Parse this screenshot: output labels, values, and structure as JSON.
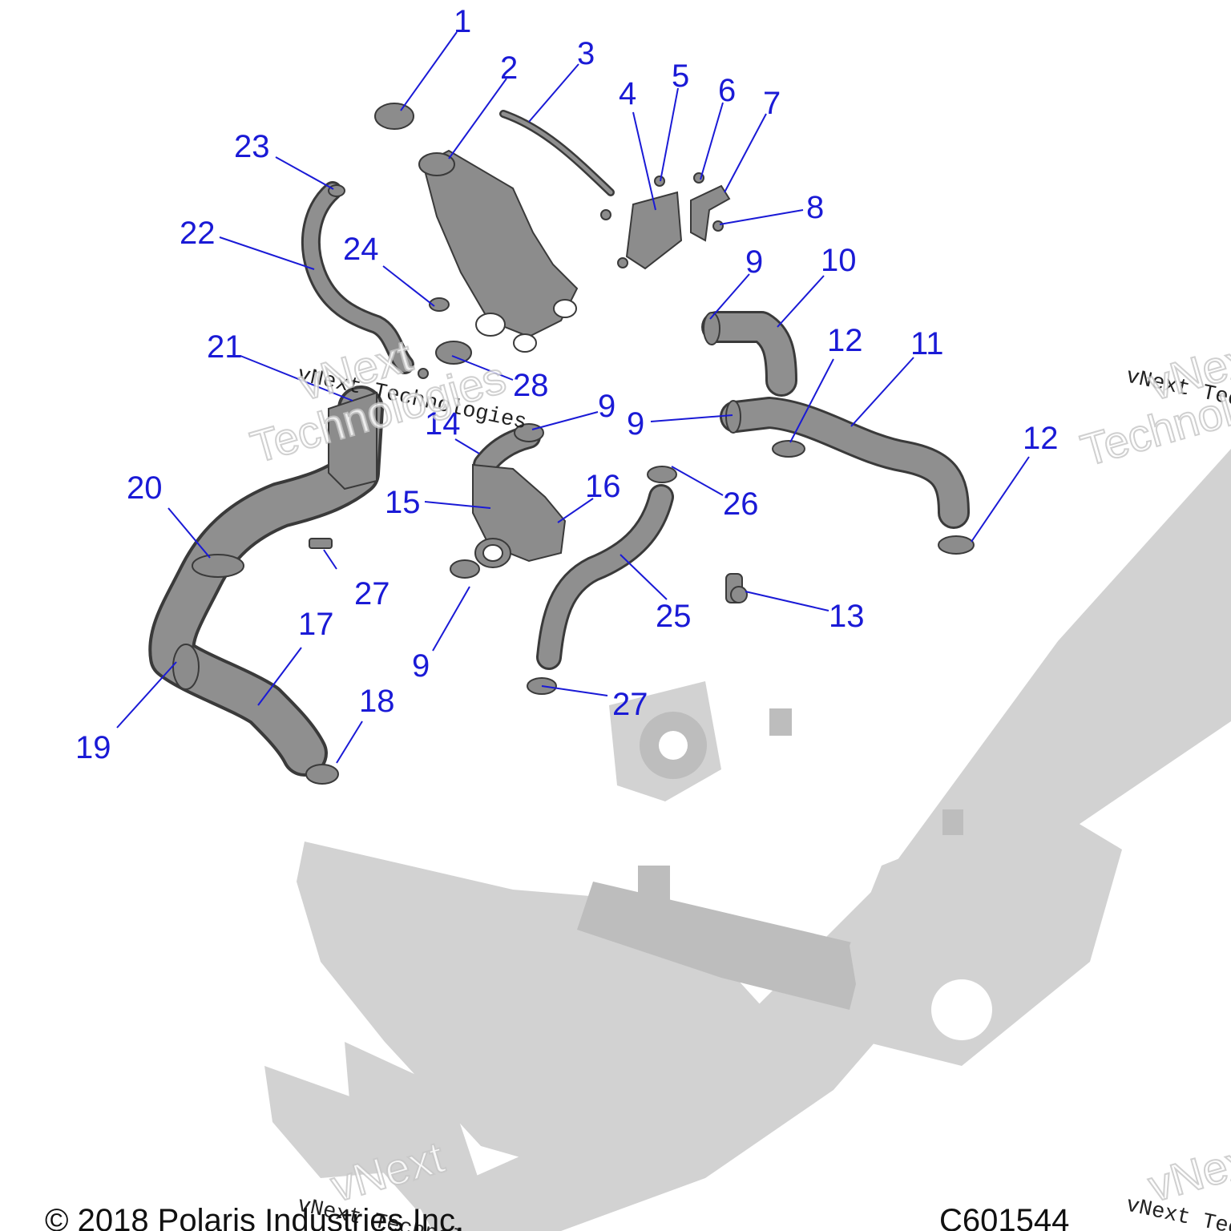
{
  "callouts": [
    "1",
    "2",
    "3",
    "4",
    "5",
    "6",
    "7",
    "8",
    "9",
    "10",
    "11",
    "12",
    "12",
    "13",
    "14",
    "15",
    "16",
    "17",
    "18",
    "19",
    "20",
    "21",
    "22",
    "23",
    "24",
    "25",
    "26",
    "27",
    "27",
    "28",
    "9",
    "9",
    "9"
  ],
  "watermark": {
    "small_text": "vNext Technologies",
    "big_line1": "vNext",
    "big_line2": "Technologies"
  },
  "footer": {
    "copyright": "© 2018 Polaris Industries Inc.",
    "figure_id": "C601544"
  },
  "colors": {
    "callout": "#1a1ad6",
    "part_fill": "#8c8c8c",
    "part_outline": "#3a3a3a",
    "frame_ghost": "#d2d2d2"
  }
}
